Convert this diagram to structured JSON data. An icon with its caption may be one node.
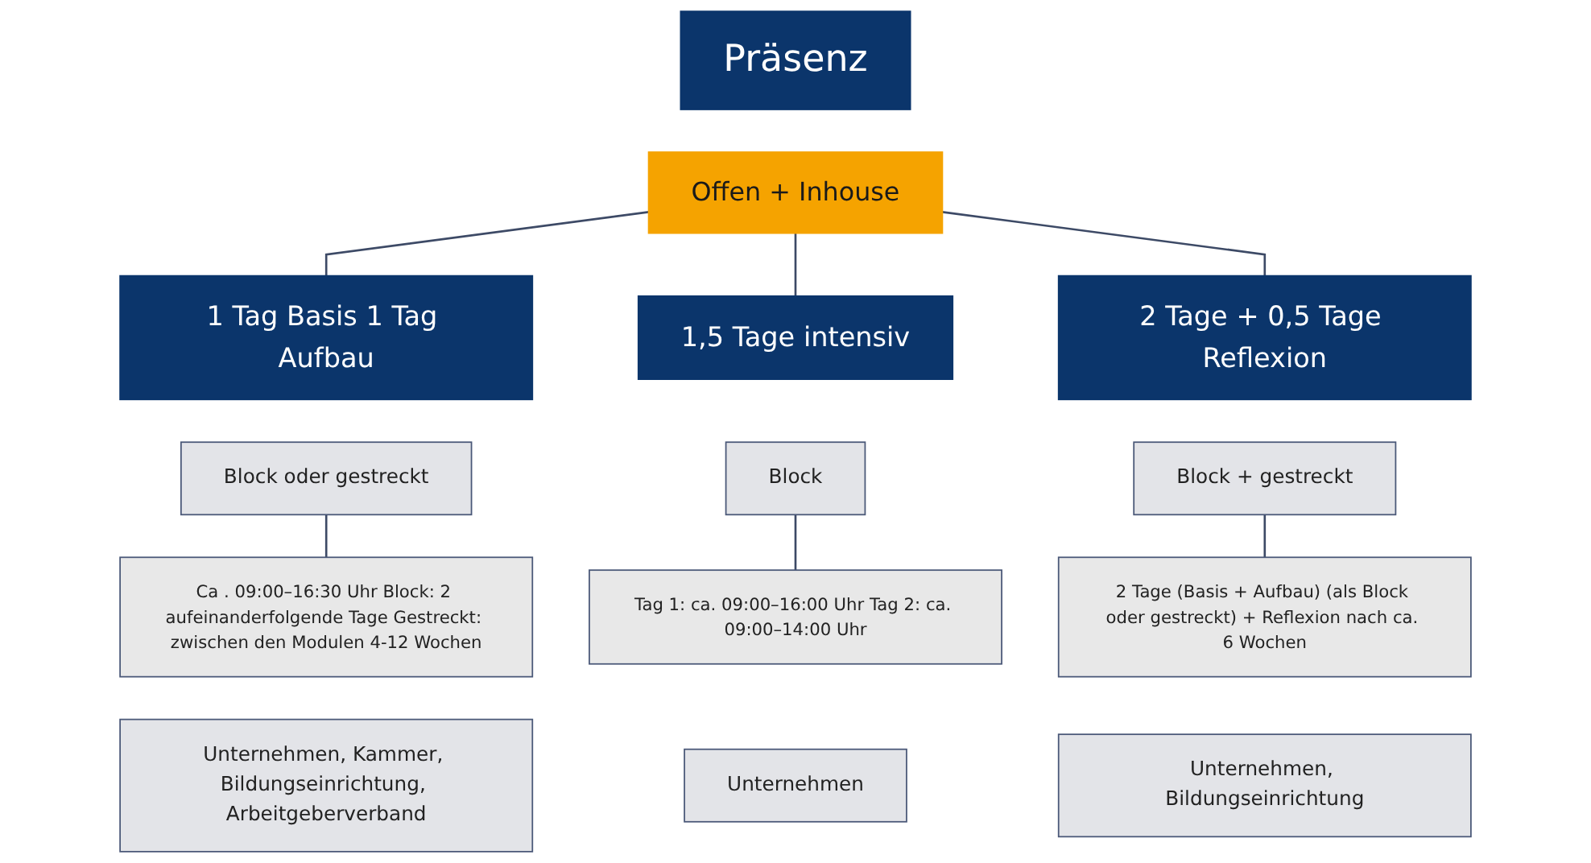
{
  "diagram": {
    "nodes": [
      {
        "text": [
          "Präsenz"
        ]
      },
      {
        "text": [
          "Offen + Inhouse"
        ]
      },
      {
        "text": [
          "1 Tag Basis 1 Tag Aufbau"
        ]
      },
      {
        "text": [
          "Block oder gestreckt"
        ]
      },
      {
        "text": [
          "1,5 Tage intensiv"
        ]
      },
      {
        "text": [
          "Block"
        ]
      },
      {
        "text": [
          "2 Tage + 0,5 Tage Reflexion"
        ]
      },
      {
        "text": [
          "Block + gestreckt"
        ]
      },
      {
        "text": [
          "Ca . 09:00–16:30 Uhr Block: 2 aufeinanderfolgende Tage Gestreckt: zwischen den Modulen 4-12 Wochen"
        ]
      },
      {
        "text": [
          "Unternehmen, Kammer, Bildungseinrichtung, Arbeitgeberverband"
        ]
      },
      {
        "text": [
          "Tag 1: ca. 09:00–16:00 Uhr Tag 2: ca. 09:00–14:00 Uhr"
        ]
      },
      {
        "text": [
          "Unternehmen"
        ]
      },
      {
        "text": [
          "2 Tage (Basis + Aufbau) (als Block oder gestreckt) + Reflexion nach ca. 6 Wochen"
        ]
      },
      {
        "text": [
          "Unternehmen, Bildungseinrichtung"
        ]
      }
    ],
    "edges": [
      {
        "from": 1,
        "to": 2,
        "arrow": "none"
      },
      {
        "from": 1,
        "to": 4,
        "arrow": "none"
      },
      {
        "from": 1,
        "to": 6,
        "arrow": "none"
      },
      {
        "from": 3,
        "to": 8,
        "arrow": "none"
      },
      {
        "from": 5,
        "to": 10,
        "arrow": "none"
      },
      {
        "from": 7,
        "to": 12,
        "arrow": "none"
      }
    ]
  }
}
